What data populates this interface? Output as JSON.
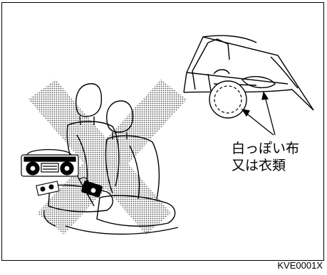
{
  "callout": {
    "line1": "白っぽい布",
    "line2": "又は衣類"
  },
  "figure_code": "KVE0001X",
  "colors": {
    "line": "#000000",
    "background": "#ffffff"
  },
  "icons": [
    "x-mark-icon",
    "radio-icon",
    "camera-icon",
    "cloth-icon"
  ]
}
